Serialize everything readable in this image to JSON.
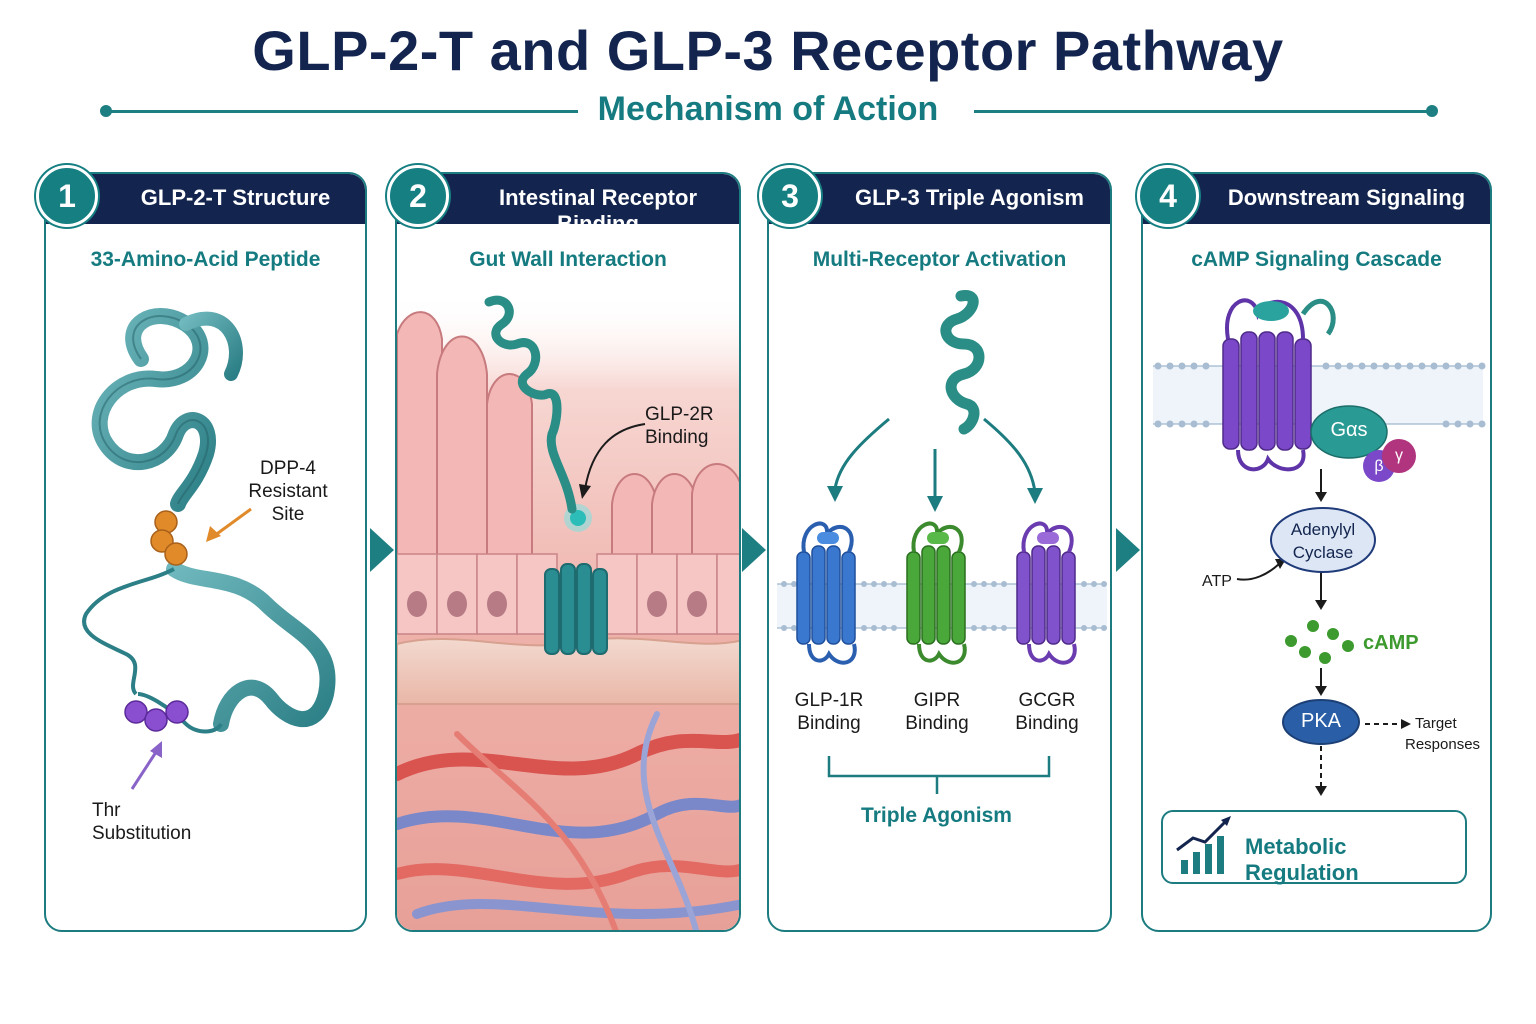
{
  "header": {
    "title": "GLP-2-T and GLP-3 Receptor Pathway",
    "subtitle": "Mechanism of Action"
  },
  "colors": {
    "navy": "#13254f",
    "teal": "#1d7c80",
    "orange": "#e08a2a",
    "purple": "#7b3bbf",
    "blue": "#2f6fcf",
    "green": "#3c9a2e",
    "violet": "#7a45c8"
  },
  "panels": [
    {
      "number": "1",
      "title": "GLP-2-T Structure",
      "subtitle": "33-Amino-Acid Peptide",
      "labels": {
        "dpp4_line1": "DPP-4",
        "dpp4_line2": "Resistant",
        "dpp4_line3": "Site",
        "thr_line1": "Thr",
        "thr_line2": "Substitution"
      }
    },
    {
      "number": "2",
      "title": "Intestinal Receptor Binding",
      "subtitle": "Gut Wall Interaction",
      "labels": {
        "glp2r_line1": "GLP-2R",
        "glp2r_line2": "Binding"
      }
    },
    {
      "number": "3",
      "title": "GLP-3 Triple Agonism",
      "subtitle": "Multi-Receptor Activation",
      "receptors": [
        {
          "line1": "GLP-1R",
          "line2": "Binding"
        },
        {
          "line1": "GIPR",
          "line2": "Binding"
        },
        {
          "line1": "GCGR",
          "line2": "Binding"
        }
      ],
      "footer": "Triple Agonism"
    },
    {
      "number": "4",
      "title": "Downstream Signaling",
      "subtitle": "cAMP Signaling Cascade",
      "labels": {
        "gas": "Gαs",
        "beta": "β",
        "gamma": "γ",
        "adenylyl_line1": "Adenylyl",
        "adenylyl_line2": "Cyclase",
        "atp": "ATP",
        "camp": "cAMP",
        "pka": "PKA",
        "target_line1": "Target",
        "target_line2": "Responses",
        "metabolic": "Metabolic Regulation"
      },
      "icons": [
        "bar-chart-trend-icon"
      ]
    }
  ]
}
